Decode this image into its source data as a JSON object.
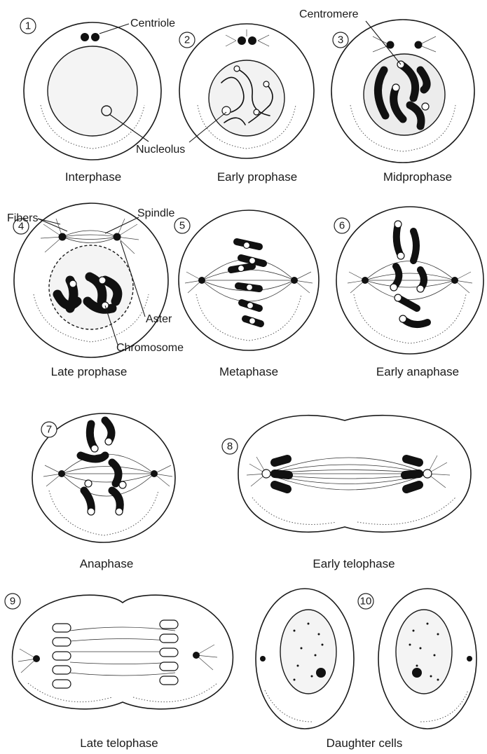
{
  "labels": {
    "centriole": "Centriole",
    "centromere": "Centromere",
    "nucleolus": "Nucleolus",
    "fibers": "Fibers",
    "spindle": "Spindle",
    "aster": "Aster",
    "chromosome": "Chromosome"
  },
  "stages": [
    {
      "number": "1",
      "name": "Interphase"
    },
    {
      "number": "2",
      "name": "Early prophase"
    },
    {
      "number": "3",
      "name": "Midprophase"
    },
    {
      "number": "4",
      "name": "Late prophase"
    },
    {
      "number": "5",
      "name": "Metaphase"
    },
    {
      "number": "6",
      "name": "Early anaphase"
    },
    {
      "number": "7",
      "name": "Anaphase"
    },
    {
      "number": "8",
      "name": "Early telophase"
    },
    {
      "number": "9",
      "name": "Late telophase"
    },
    {
      "number": "10",
      "name": "Daughter cells"
    }
  ]
}
